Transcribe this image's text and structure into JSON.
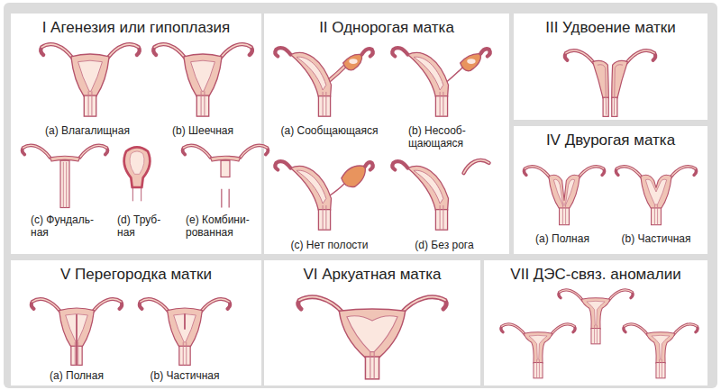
{
  "diagram": {
    "nodes": [
      {
        "text": [
          "I Агенезия или гипоплазия",
          "(a) Влагалищная",
          "(b) Шеечная",
          "(c) Фундаль- ная",
          "(d) Труб- ная",
          "(e) Комбини- рованная"
        ]
      },
      {
        "text": [
          "II Однорогая матка",
          "(a) Сообщающаяся",
          "(b) Несооб- щающаяся",
          "(c) Нет полости",
          "(d) Без рога"
        ]
      },
      {
        "text": [
          "III Удвоение матки"
        ]
      },
      {
        "text": [
          "IV Двурогая матка",
          "(a) Полная",
          "(b) Частичная"
        ]
      },
      {
        "text": [
          "V Перегородка матки",
          "(a) Полная",
          "(b) Частичная"
        ]
      },
      {
        "text": [
          "VI Аркуатная матка"
        ]
      },
      {
        "text": [
          "VII ДЭС-связ. аномалии"
        ]
      }
    ]
  }
}
